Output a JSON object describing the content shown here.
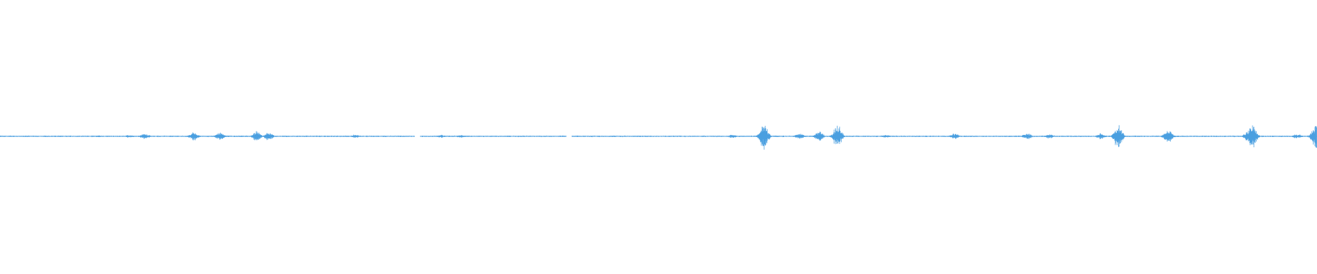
{
  "waveform": {
    "color": "#4a9fe0",
    "background": "#ffffff",
    "baseline_amplitude": 0.004,
    "bursts": [
      {
        "pos": 0.035,
        "amp": 0.006
      },
      {
        "pos": 0.075,
        "amp": 0.008
      },
      {
        "pos": 0.098,
        "amp": 0.01
      },
      {
        "pos": 0.11,
        "amp": 0.025
      },
      {
        "pos": 0.147,
        "amp": 0.035
      },
      {
        "pos": 0.167,
        "amp": 0.03
      },
      {
        "pos": 0.195,
        "amp": 0.04
      },
      {
        "pos": 0.204,
        "amp": 0.035
      },
      {
        "pos": 0.27,
        "amp": 0.015
      },
      {
        "pos": 0.335,
        "amp": 0.012
      },
      {
        "pos": 0.35,
        "amp": 0.012
      },
      {
        "pos": 0.556,
        "amp": 0.015
      },
      {
        "pos": 0.58,
        "amp": 0.1
      },
      {
        "pos": 0.607,
        "amp": 0.025
      },
      {
        "pos": 0.622,
        "amp": 0.04
      },
      {
        "pos": 0.636,
        "amp": 0.1
      },
      {
        "pos": 0.673,
        "amp": 0.012
      },
      {
        "pos": 0.725,
        "amp": 0.025
      },
      {
        "pos": 0.78,
        "amp": 0.025
      },
      {
        "pos": 0.797,
        "amp": 0.02
      },
      {
        "pos": 0.836,
        "amp": 0.025
      },
      {
        "pos": 0.849,
        "amp": 0.1
      },
      {
        "pos": 0.887,
        "amp": 0.06
      },
      {
        "pos": 0.948,
        "amp": 0.045
      },
      {
        "pos": 0.951,
        "amp": 0.1
      },
      {
        "pos": 0.985,
        "amp": 0.02
      },
      {
        "pos": 0.999,
        "amp": 0.1
      }
    ],
    "gaps": [
      {
        "pos": 0.317,
        "width": 0.004
      },
      {
        "pos": 0.432,
        "width": 0.004
      }
    ]
  }
}
